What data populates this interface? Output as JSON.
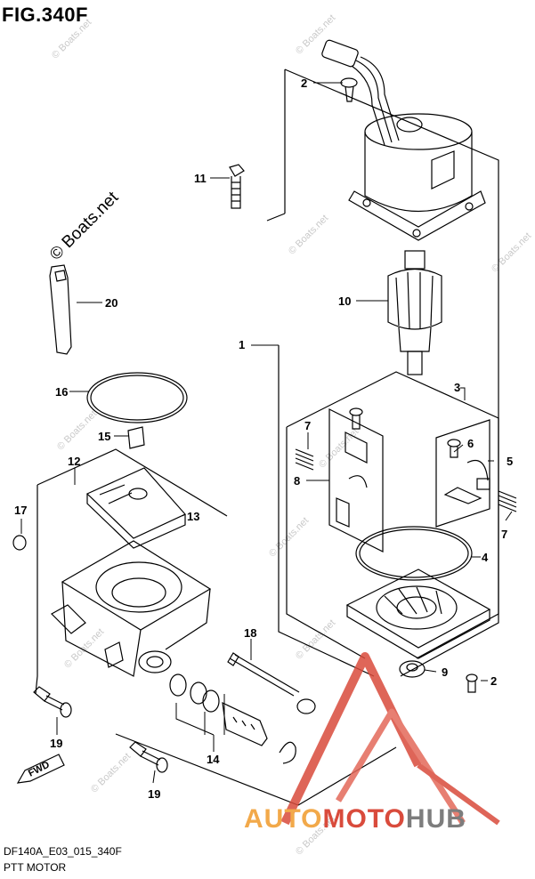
{
  "figure": {
    "title": "FIG.340F"
  },
  "footer": {
    "code": "DF140A_E03_015_340F",
    "name": "PTT MOTOR"
  },
  "watermark": {
    "main": "© Boats.net",
    "faint": "© Boats.net"
  },
  "logo": {
    "part1": "AUTO",
    "part2": "MOTO",
    "part3": "HUB",
    "colors": {
      "part1": "#f2a94a",
      "part2": "#d94b3c",
      "part3": "#7d7d7d"
    }
  },
  "direction": {
    "label": "FWD"
  },
  "callouts": {
    "n1": "1",
    "n2a": "2",
    "n2b": "2",
    "n3": "3",
    "n4": "4",
    "n5": "5",
    "n6": "6",
    "n7a": "7",
    "n7b": "7",
    "n8": "8",
    "n9": "9",
    "n10": "10",
    "n11": "11",
    "n12": "12",
    "n13": "13",
    "n14": "14",
    "n15": "15",
    "n16": "16",
    "n17": "17",
    "n18": "18",
    "n19a": "19",
    "n19b": "19",
    "n20": "20"
  }
}
